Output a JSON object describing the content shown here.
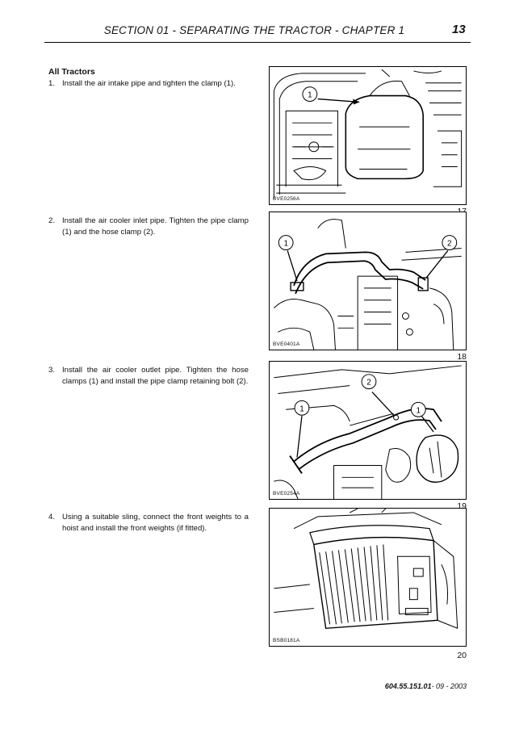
{
  "header": {
    "title": "SECTION 01 - SEPARATING THE TRACTOR - CHAPTER 1",
    "page_number": "13"
  },
  "section_heading": "All Tractors",
  "steps": [
    {
      "number": "1.",
      "text": "Install the air intake pipe and tighten the clamp (1)."
    },
    {
      "number": "2.",
      "text": "Install the air cooler inlet pipe. Tighten the pipe clamp (1) and the hose clamp (2)."
    },
    {
      "number": "3.",
      "text": "Install the air cooler outlet pipe. Tighten the hose clamps (1) and install the pipe clamp retaining bolt (2)."
    },
    {
      "number": "4.",
      "text": "Using a suitable sling, connect the front weights to a hoist and install the front weights (if fitted)."
    }
  ],
  "figures": [
    {
      "code": "BVE0256A",
      "number": "17",
      "callouts": [
        "1"
      ]
    },
    {
      "code": "BVE0401A",
      "number": "18",
      "callouts": [
        "1",
        "2"
      ]
    },
    {
      "code": "BVE0254A",
      "number": "19",
      "callouts": [
        "2",
        "1",
        "1"
      ]
    },
    {
      "code": "BSB0181A",
      "number": "20",
      "callouts": []
    }
  ],
  "footer": {
    "doc_number": "604.55.151.01",
    "date": "- 09 - 2003"
  }
}
